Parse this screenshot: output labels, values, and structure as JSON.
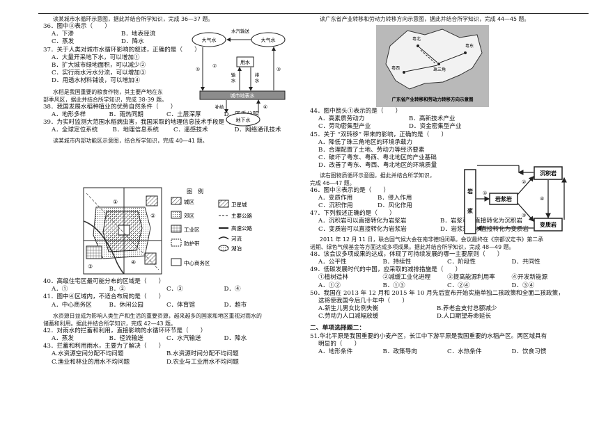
{
  "left": {
    "intro36": "读某城市水循环示意图，据此并结合所学知识，完成 36—37 题。",
    "q36": "36．图中③表示（　　）",
    "q36opts": [
      "A．下渗",
      "B．地表径流",
      "C．蒸发",
      "D．降水"
    ],
    "q37": "37．关于人类对城市水循环影响的叙述，正确的是（　　）",
    "q37opts": [
      "A．大量开采地下水，可以增加①",
      "B．扩大城市绿地面积，可以减少②",
      "C．实行雨水污水分流，可以增加③",
      "D．用透水材料铺设，可以增加④"
    ],
    "intro38a": "水稻是我国重要的粮食作物，其主要产地在东",
    "intro38b": "部季风区，据此并结合所学知识，完成 38-39 题。",
    "q38": "38．我国发展水稻种植业的优势自然条件（　　）",
    "q38opts": [
      "A．地形多样",
      "B．雨热同期",
      "C．土层深厚",
      "D．四季分明"
    ],
    "q39": "39．为实时监测大范围水稻病虫害，我国采取的地理信息技术手段是（　　）",
    "q39opts": [
      "A．全球定位系统",
      "B．地理信息系统",
      "C．遥感技术",
      "D．网络通讯技术"
    ],
    "intro40": "读某城市内部功能区示意图，结合所学知识，完成 40—41 题。",
    "q40": "40．高级住宅区最可能分布的区域是（　　）",
    "q40opts": [
      "A．①",
      "B．②",
      "C．③",
      "D．④"
    ],
    "q41": "41．图中④区域内，不适合布局的是（　　）",
    "q41opts": [
      "A．中心商务区",
      "B．休闲公园",
      "C．体育馆",
      "D．超市"
    ],
    "intro42a": "水资源日益成为影响人类生产和生活的重要资源，越来越多的国家和地区重视对雨水的",
    "intro42b": "储蓄和利用。据此并结合所学知识，完成 42—43 题。",
    "q42": "42．对雨水的拦蓄和利用，直接影响的水循环环节是（　　）",
    "q42opts": [
      "A．蒸发",
      "B．径流输送",
      "C．水汽输送",
      "D．降水"
    ],
    "q43": "43．拦蓄和利用雨水，主要为了解决（　　）",
    "q43opts": [
      "A.水资源空间分配不均问题",
      "B.水资源时间分配不均问题",
      "C.渔业和林业的用水不均问题",
      "D.农业与工业用水不均问题"
    ]
  },
  "water_diagram": {
    "vapor": "水汽输送",
    "atm_left": "大气水",
    "atm_right": "大气水",
    "use": "用水",
    "intake": "输水",
    "drain": "排水",
    "surface": "城市地表水",
    "recharge": "补给",
    "ground": "地下水",
    "n1": "①",
    "n2": "②",
    "n3": "③",
    "n4": "④"
  },
  "city_map": {
    "legend_title": "图　例",
    "items": [
      "城区",
      "卫星城",
      "郊区",
      "主要公路",
      "工业区",
      "高速公路",
      "防护带",
      "河流",
      "湖泊",
      "中心商务区"
    ],
    "n1": "①",
    "n2": "②",
    "n3": "③",
    "n4": "④"
  },
  "right": {
    "intro44": "读广东省产业转移和劳动力转移方向示意图，据此并结合所学知识，完成 44—45 题。",
    "map_title": "广东省产业转移和劳动力转移方向示意图",
    "map_labels": [
      "粤北",
      "粤东",
      "粤西",
      "珠三角"
    ],
    "q44": "44．图中箭头①表示的是（　　）",
    "q44opts": [
      "A．高素质劳动力",
      "B．高新技术产业",
      "C．劳动密集型产业",
      "D．资金密集型产业"
    ],
    "q45": "45．关于 “双转移” 带来的影响，正确的是（　　）",
    "q45opts": [
      "A．降低了珠三角地区的环境承载力",
      "B．合理配置了土地、劳动力等经济要素",
      "C．破坏了粤东、粤西、粤北地区的产业基础",
      "D．改善了粤东、粤西、粤北地区的环境质量"
    ],
    "intro46a": "读右图物质循环示意图，据此并结合所学知识，",
    "intro46b": "完成 46—47 题。",
    "q46": "46．图中③表示的是（　　）",
    "q46opts": [
      "A．变质作用",
      "B．侵入作用",
      "C．沉积作用",
      "D．风化作用"
    ],
    "q47": "47．下列叙述正确的是（　　）",
    "q47opts": [
      "A．沉积岩可以直接转化为岩浆岩",
      "B．岩浆可以直接转化为沉积岩",
      "C．变质岩可以直接转化为岩浆岩",
      "D．岩浆岩可以直接转化为变质岩"
    ],
    "intro48a": "2011 年 12 月 11 日，联合国气候大会在南非德班闭幕。会议最终在《京都议定书》第二承",
    "intro48b": "诺期、绿色气候基金等方面达成多项成果。据此并结合所学知识，完成 48—49 题。",
    "q48": "48．该会议多项成果的达成，体现了可持续发展的哪一主要原则（　　）",
    "q48opts": [
      "A．公平性",
      "B．持续性",
      "C．阶段性",
      "D．共同性"
    ],
    "q49": "49．低碳发展时代的中国，应采取的减排措施是（　　）",
    "q49opts": [
      "①植树造林",
      "②减缓工业化进程",
      "③提高能源利用率",
      "④开发新能源"
    ],
    "q49opts2": [
      "A．①②",
      "B．①③",
      "C．②④",
      "D．③④"
    ],
    "q50a": "50．我国在 2013 年 12 月和 2015 年 10 月先后宣布开始实施单独二孩政策和全面二孩政策，",
    "q50b": "这将使我国今后几十年中（　　）",
    "q50opts": [
      "A.新生儿男女比例失衡",
      "B.养老金支付总额减少",
      "C.劳动力人口减幅放缓",
      "D.人口期望寿命延长"
    ],
    "section": "二、单项选择题二：",
    "q51a": "51.华北平原是我国重要的小麦产区，长江中下游平原是我国重要的水稻产区。两区域具有",
    "q51b": "明显的（　　）",
    "q51opts": [
      "A．地形条件",
      "B．政策导向",
      "C．水热条件",
      "D．饮食习惯"
    ]
  },
  "rock_cycle": {
    "magma": "岩浆",
    "igneous": "岩浆岩",
    "sedimentary": "沉积岩",
    "metamorphic": "变质岩",
    "n1": "①",
    "n2": "②",
    "n3": "③",
    "n4": "④"
  }
}
